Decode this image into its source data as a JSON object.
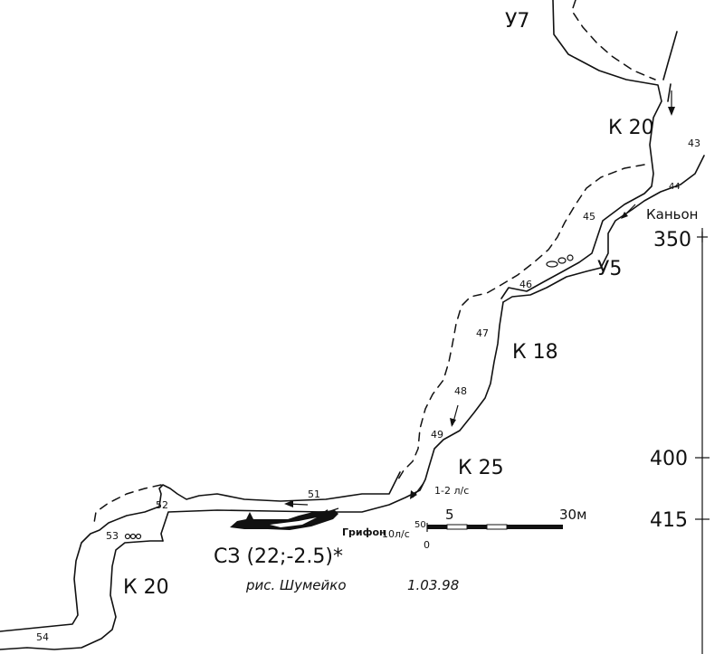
{
  "map": {
    "section_labels": {
      "u7": "У7",
      "k20_top": "К 20",
      "kanyon": "Каньон",
      "u5": "У5",
      "k18": "К 18",
      "k25": "К 25",
      "k20_bottom": "К 20"
    },
    "stations": {
      "s43": "43",
      "s44": "44",
      "s45": "45",
      "s46": "46",
      "s47": "47",
      "s48": "48",
      "s49": "49",
      "s50": "50",
      "s51": "51",
      "s52": "52",
      "s53": "53",
      "s54": "54"
    },
    "annotations": {
      "flow": "1-2 л/с",
      "grifon": "Грифон",
      "grifon_flow": "10л/с",
      "coords": "СЗ (22;-2.5)*",
      "author": "рис. Шумейко",
      "date": "1.03.98"
    },
    "scale_bar": {
      "zero": "0",
      "five": "5",
      "end": "30м",
      "max_m": 30
    },
    "depth_scale": {
      "ticks": [
        {
          "label": "350",
          "value": 350
        },
        {
          "label": "400",
          "value": 400
        },
        {
          "label": "415",
          "value": 415
        }
      ]
    }
  }
}
